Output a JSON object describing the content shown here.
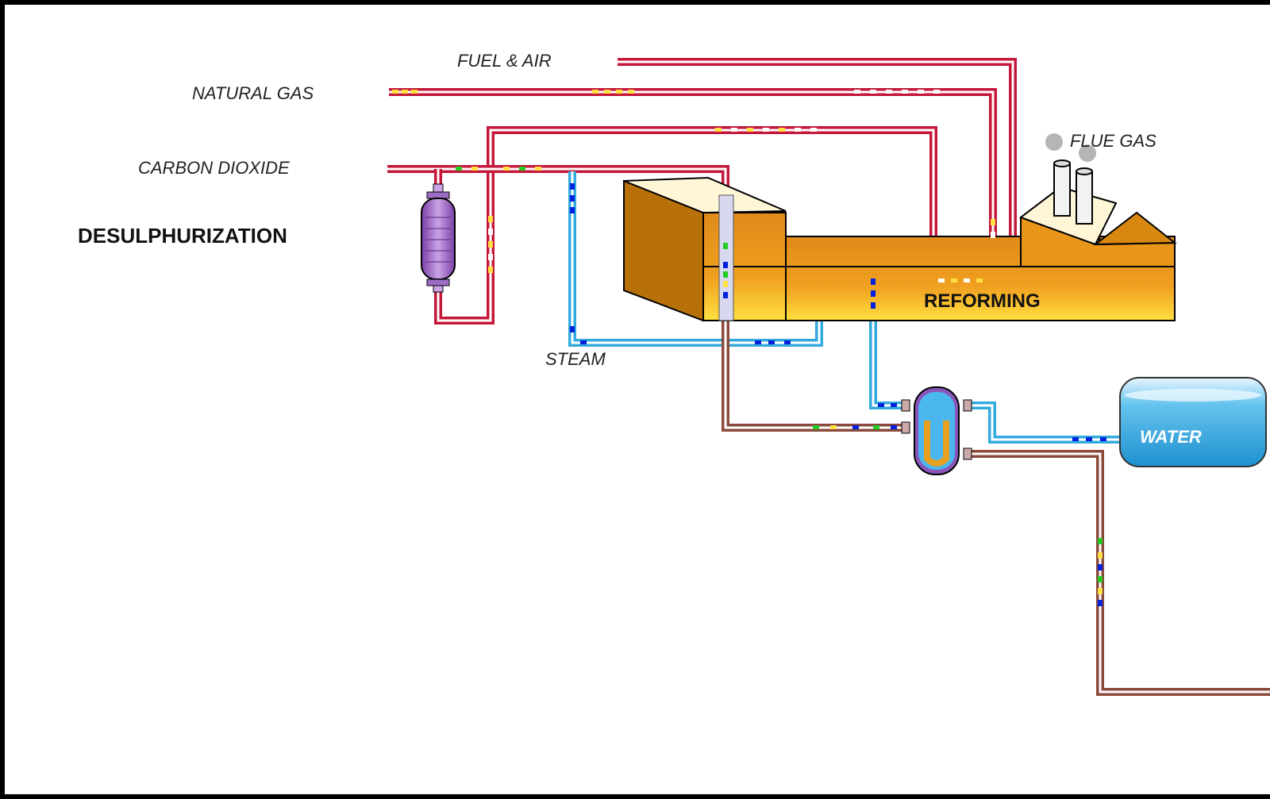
{
  "labels": {
    "fuel_air": "FUEL & AIR",
    "natural_gas": "NATURAL GAS",
    "carbon_dioxide": "CARBON DIOXIDE",
    "desulphurization": "DESULPHURIZATION",
    "flue_gas": "FLUE GAS",
    "reforming": "REFORMING",
    "steam": "STEAM",
    "water": "WATER"
  },
  "colors": {
    "gas_pipe": "#c4173a",
    "steam_pipe": "#33aadd",
    "product_pipe": "#8b4a3a",
    "furnace": "#e89a10",
    "vessel": "#8855bb",
    "water": "#3aa6e0"
  }
}
